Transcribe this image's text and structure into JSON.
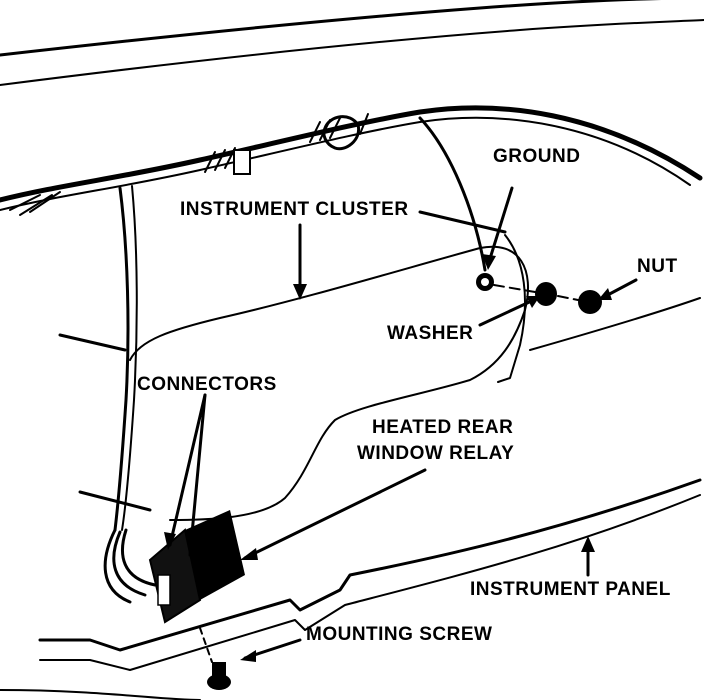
{
  "labels": {
    "ground": "GROUND",
    "instrument_cluster": "INSTRUMENT CLUSTER",
    "nut": "NUT",
    "washer": "WASHER",
    "connectors": "CONNECTORS",
    "heated_rear_window_relay_line1": "HEATED REAR",
    "heated_rear_window_relay_line2": "WINDOW RELAY",
    "instrument_panel": "INSTRUMENT PANEL",
    "mounting_screw": "MOUNTING SCREW"
  },
  "colors": {
    "ink": "#000000",
    "paper": "#ffffff"
  }
}
